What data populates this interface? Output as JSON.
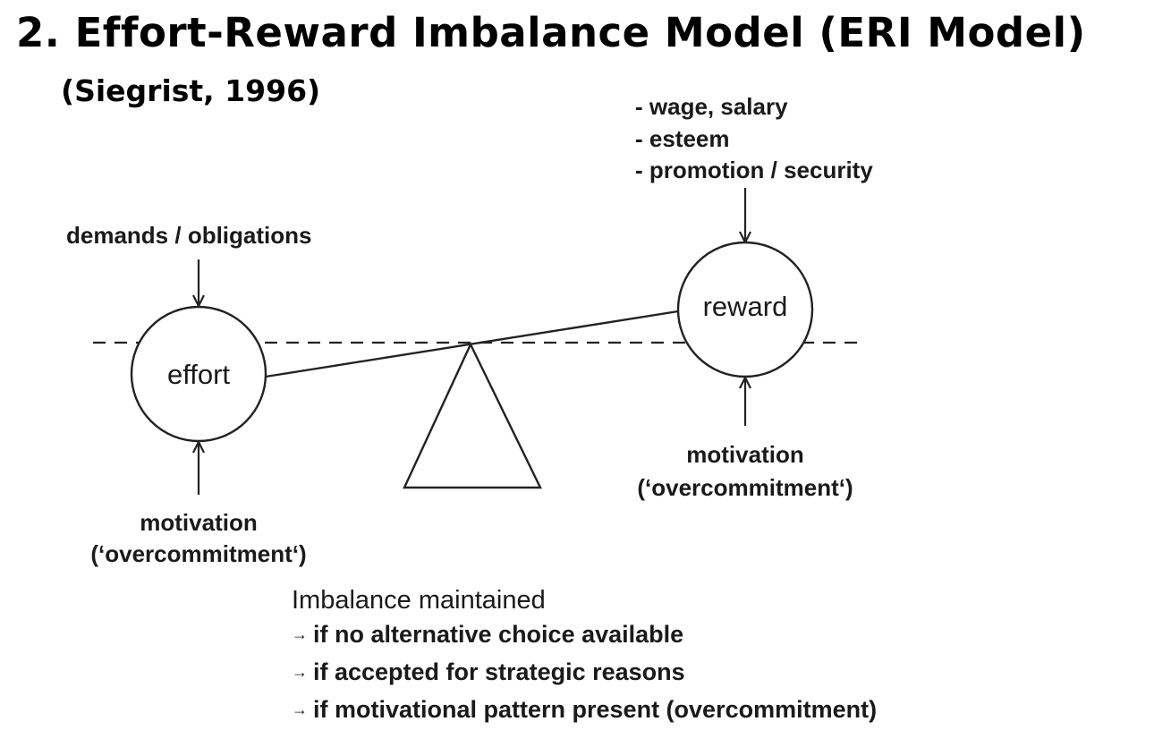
{
  "title": "2. Effort-Reward Imbalance Model (ERI Model)",
  "subtitle": "(Siegrist, 1996)",
  "diagram": {
    "reward_inputs": [
      "- wage, salary",
      "- esteem",
      "- promotion / security"
    ],
    "effort_input": "demands / obligations",
    "effort_label": "effort",
    "reward_label": "reward",
    "effort_motivation": [
      "motivation",
      "(‘overcommitment‘)"
    ],
    "reward_motivation": [
      "motivation",
      "(‘overcommitment‘)"
    ]
  },
  "imbalance": {
    "heading": "Imbalance maintained",
    "arrow_glyph": "→",
    "items": [
      "if no alternative choice available",
      "if accepted for strategic reasons",
      "if motivational pattern present (overcommitment)"
    ]
  }
}
